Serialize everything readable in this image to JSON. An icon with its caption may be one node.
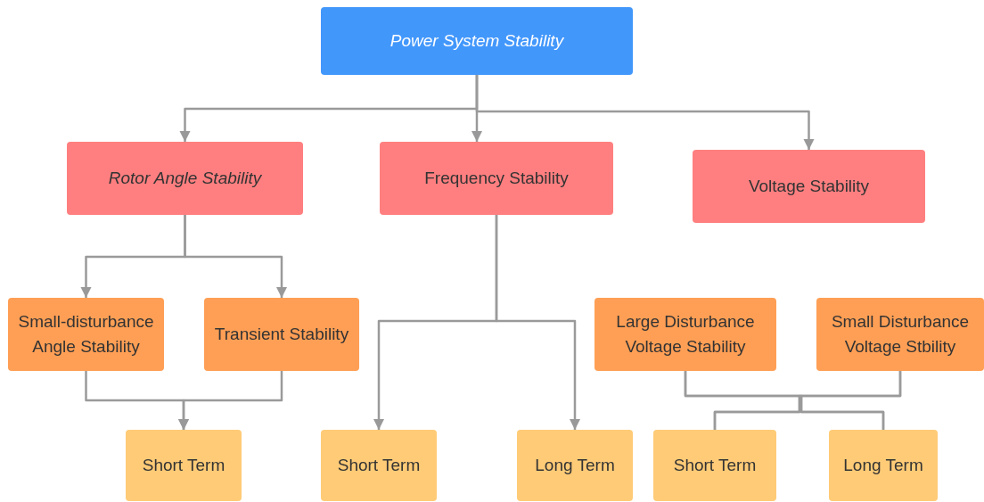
{
  "diagram": {
    "nodes": [
      {
        "text": [
          "Power System Stability"
        ]
      },
      {
        "text": [
          "Rotor Angle Stability"
        ]
      },
      {
        "text": [
          "Frequency Stability"
        ]
      },
      {
        "text": [
          "Voltage Stability"
        ]
      },
      {
        "text": [
          "Small-disturbance Angle Stability"
        ]
      },
      {
        "text": [
          "Transient Stability"
        ]
      },
      {
        "text": [
          "Large Disturbance Voltage Stability"
        ]
      },
      {
        "text": [
          "Small Disturbance Voltage Stbility"
        ]
      },
      {
        "text": [
          "Short Term"
        ]
      },
      {
        "text": [
          "Short Term"
        ]
      },
      {
        "text": [
          "Long Term"
        ]
      },
      {
        "text": [
          "Short Term"
        ]
      },
      {
        "text": [
          "Long Term"
        ]
      }
    ],
    "edges": [
      {
        "from": 0,
        "to": 1,
        "arrow": "to"
      },
      {
        "from": 0,
        "to": 2,
        "arrow": "to"
      },
      {
        "from": 0,
        "to": 3,
        "arrow": "to"
      },
      {
        "from": 1,
        "to": 4,
        "arrow": "to"
      },
      {
        "from": 1,
        "to": 5,
        "arrow": "to"
      },
      {
        "from": 4,
        "to": 8,
        "arrow": "to"
      },
      {
        "from": 5,
        "to": 8,
        "arrow": "to"
      },
      {
        "from": 2,
        "to": 9,
        "arrow": "to"
      },
      {
        "from": 2,
        "to": 10,
        "arrow": "to"
      },
      {
        "from": 6,
        "to": 11,
        "arrow": "none"
      },
      {
        "from": 6,
        "to": 12,
        "arrow": "none"
      },
      {
        "from": 7,
        "to": 11,
        "arrow": "none"
      },
      {
        "from": 7,
        "to": 12,
        "arrow": "none"
      }
    ]
  }
}
